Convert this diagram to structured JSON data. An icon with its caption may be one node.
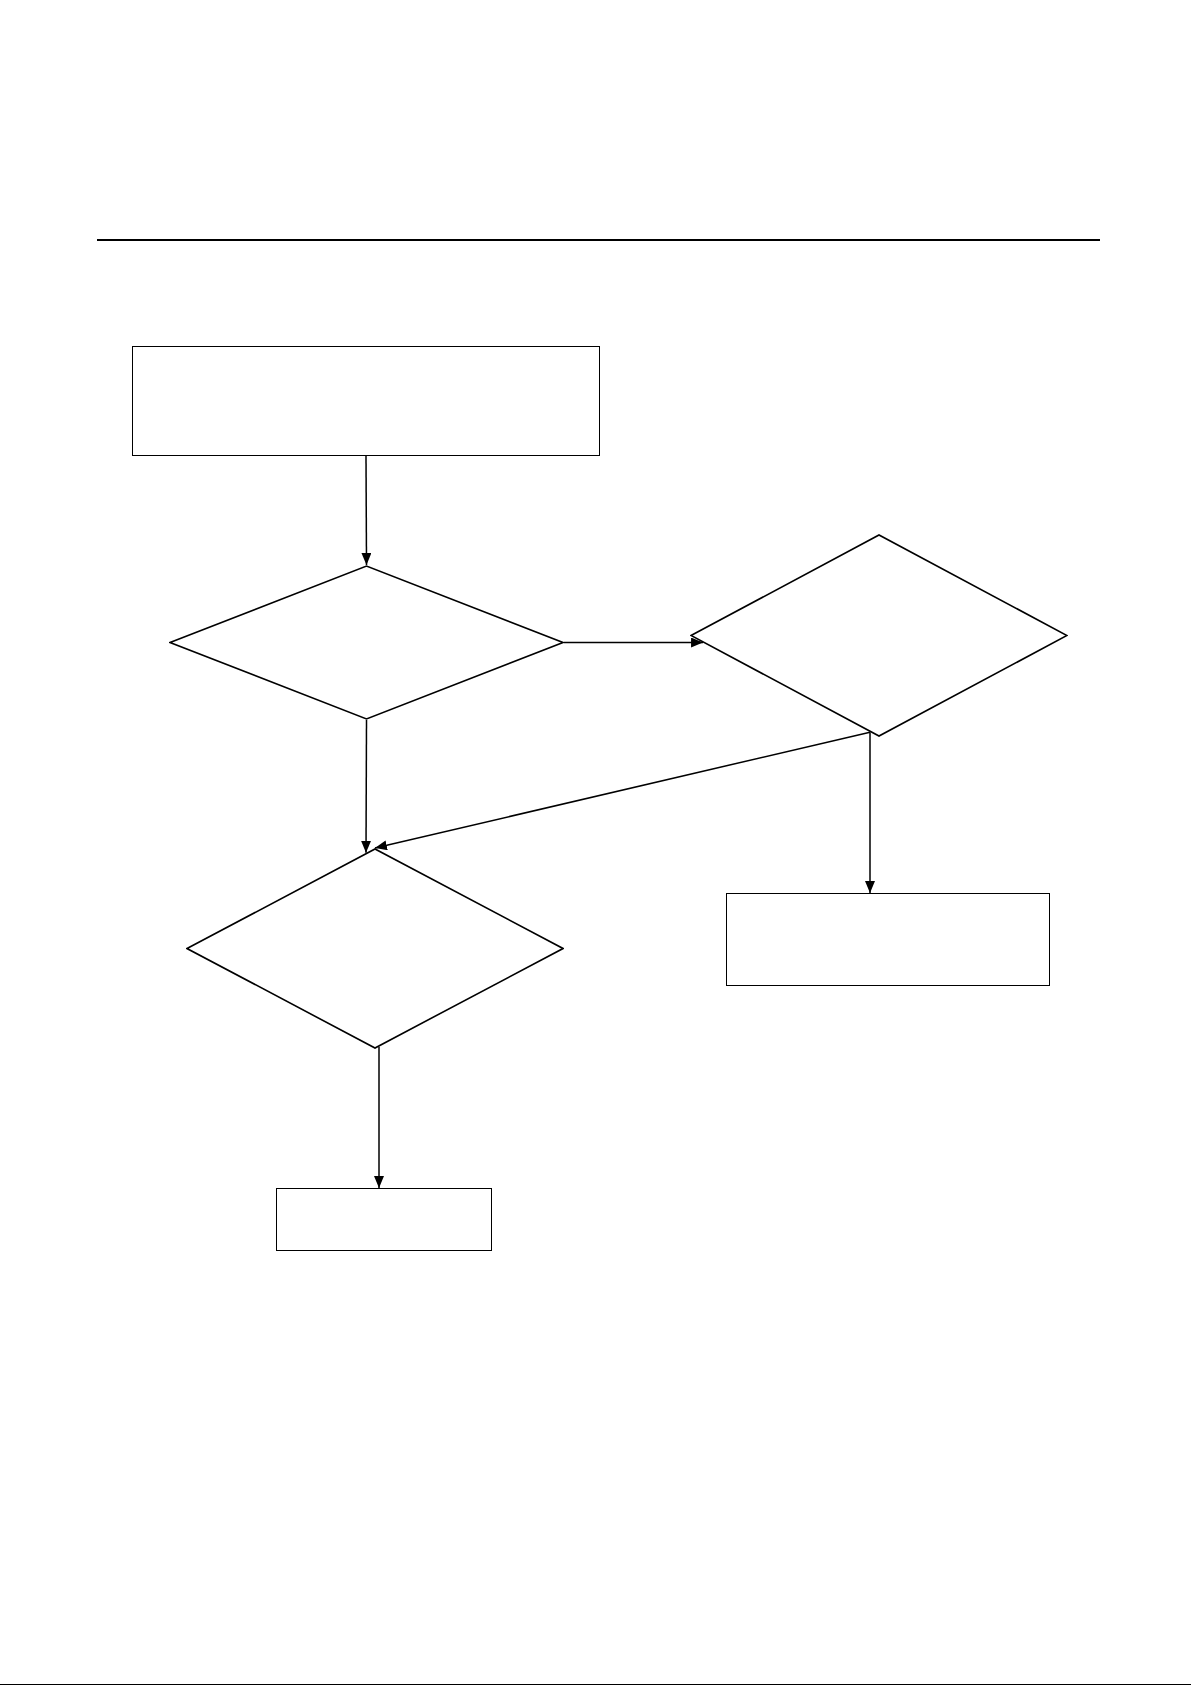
{
  "diagram": {
    "nodes": [
      {
        "text": [],
        "shape": "box"
      },
      {
        "text": [],
        "shape": "diamond"
      },
      {
        "text": [],
        "shape": "diamond"
      },
      {
        "text": [],
        "shape": "diamond"
      },
      {
        "text": [],
        "shape": "box"
      },
      {
        "text": [],
        "shape": "box"
      }
    ],
    "edges": [
      {
        "from": 0,
        "to": 1,
        "arrow": "to"
      },
      {
        "from": 1,
        "to": 2,
        "arrow": "to"
      },
      {
        "from": 1,
        "to": 3,
        "arrow": "to"
      },
      {
        "from": 2,
        "to": 3,
        "arrow": "to"
      },
      {
        "from": 2,
        "to": 4,
        "arrow": "to"
      },
      {
        "from": 3,
        "to": 5,
        "arrow": "to"
      }
    ]
  }
}
